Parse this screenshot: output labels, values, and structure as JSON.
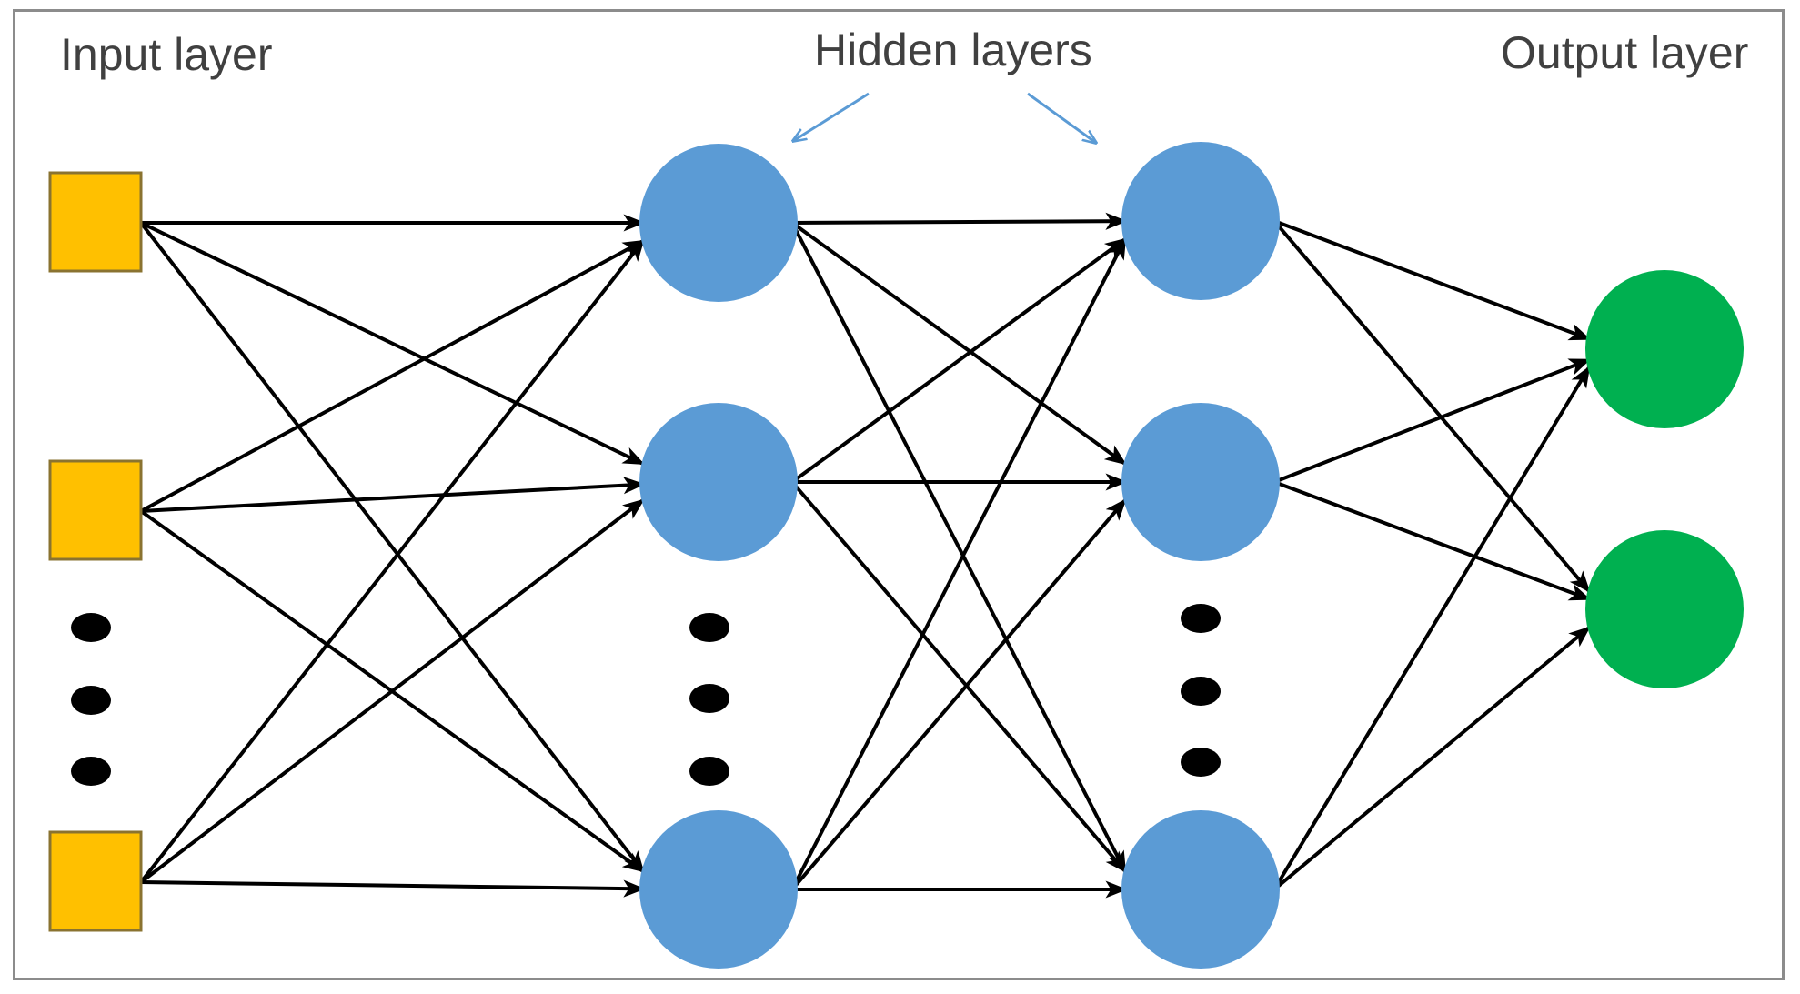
{
  "labels": {
    "input": "Input layer",
    "hidden": "Hidden layers",
    "output": "Output layer"
  },
  "layers": [
    {
      "id": "input",
      "node_shape": "square",
      "color": "#FFC000",
      "visible_nodes": 3,
      "ellipsis": true
    },
    {
      "id": "hidden-1",
      "node_shape": "circle",
      "color": "#5B9BD5",
      "visible_nodes": 3,
      "ellipsis": true
    },
    {
      "id": "hidden-2",
      "node_shape": "circle",
      "color": "#5B9BD5",
      "visible_nodes": 3,
      "ellipsis": true
    },
    {
      "id": "output",
      "node_shape": "circle",
      "color": "#00B050",
      "visible_nodes": 2,
      "ellipsis": false
    }
  ],
  "colors": {
    "edge": "#000000",
    "label": "#404040",
    "pointer_arrow": "#5B9BD5",
    "frame": "#8c8c8c"
  },
  "connectivity": "fully-connected"
}
